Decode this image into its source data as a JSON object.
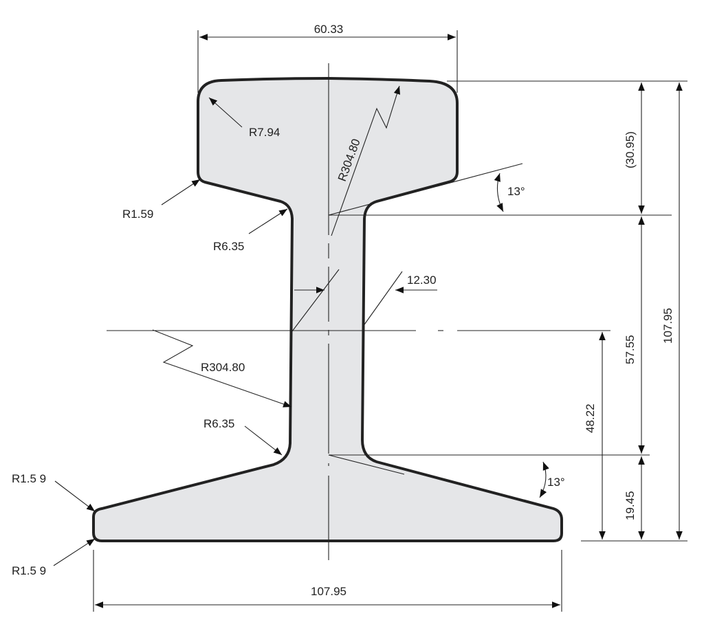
{
  "colors": {
    "profile_fill": "#e5e6e8",
    "outline": "#222222"
  },
  "labels": {
    "head_width": "60.33",
    "head_corner_radius": "R7.94",
    "head_top_radius": "R304.80",
    "head_underside_radius": "R1.59",
    "head_web_fillet": "R6.35",
    "head_angle": "13°",
    "head_depth": "(30.95)",
    "total_height": "107.95",
    "web_thickness": "12.30",
    "web_radius": "R304.80",
    "web_height": "57.55",
    "neutral_axis_height": "48.22",
    "base_web_fillet": "R6.35",
    "base_angle": "13°",
    "base_depth": "19.45",
    "base_top_radius": "R1.5 9",
    "base_bottom_radius": "R1.5 9",
    "base_width": "107.95"
  }
}
